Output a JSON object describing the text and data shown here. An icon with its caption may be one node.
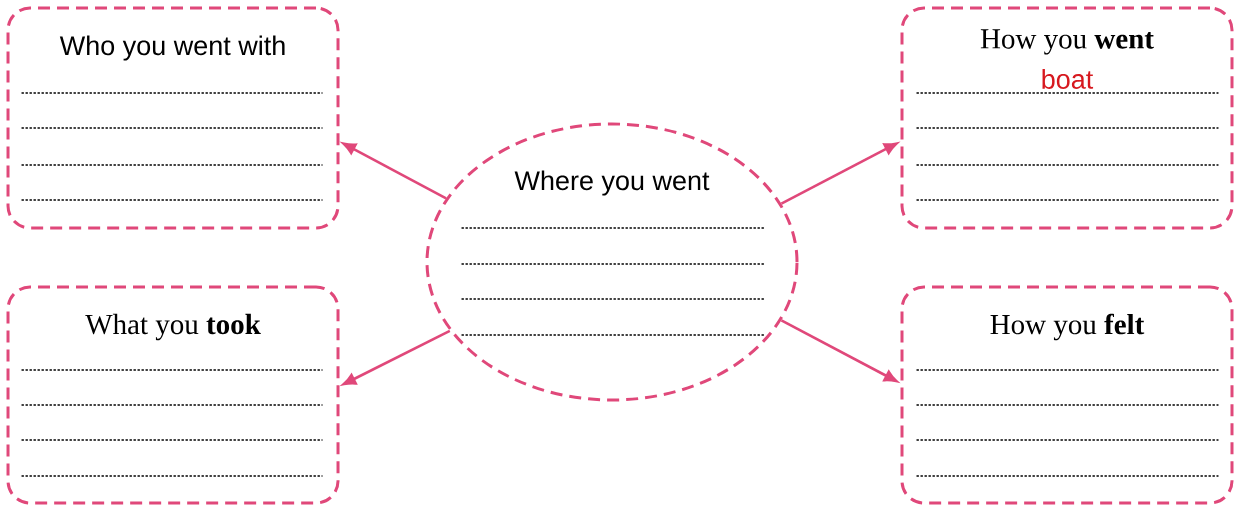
{
  "diagram": {
    "nodes": [
      {
        "text": [
          "Who you went with"
        ]
      },
      {
        "text": [
          "How you **went**",
          "boat"
        ]
      },
      {
        "text": [
          "Where you went"
        ]
      },
      {
        "text": [
          "What you **took**"
        ]
      },
      {
        "text": [
          "How you **felt**"
        ]
      }
    ],
    "edges": [
      {
        "from": 2,
        "to": 0,
        "arrow": "to"
      },
      {
        "from": 2,
        "to": 1,
        "arrow": "to"
      },
      {
        "from": 2,
        "to": 3,
        "arrow": "to"
      },
      {
        "from": 2,
        "to": 4,
        "arrow": "to"
      }
    ]
  }
}
